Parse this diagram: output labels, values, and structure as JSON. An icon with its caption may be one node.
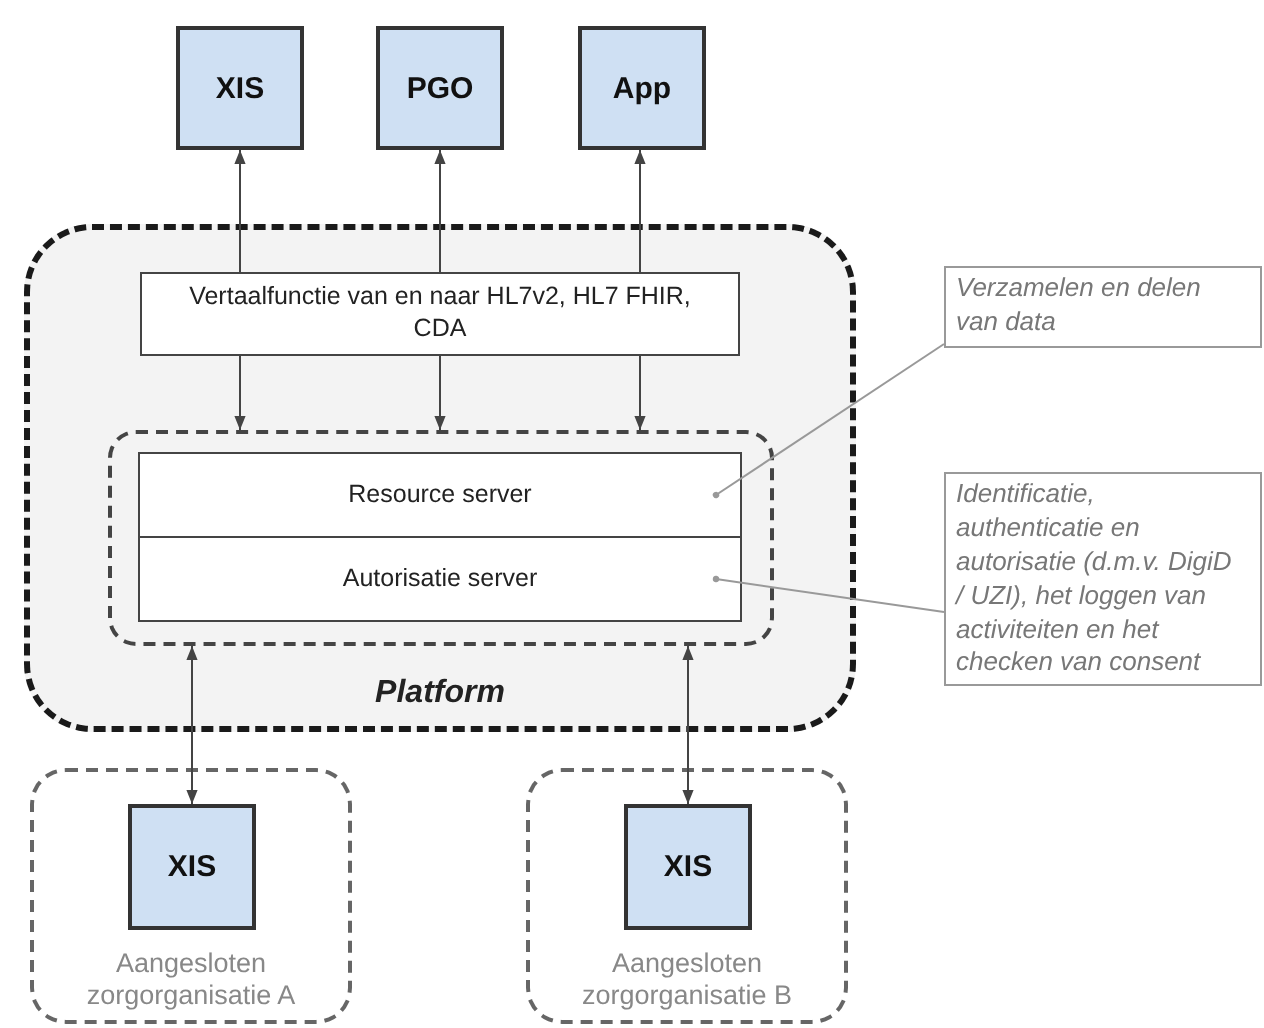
{
  "diagram": {
    "nodes": [
      {
        "text": [
          "XIS"
        ]
      },
      {
        "text": [
          "PGO"
        ]
      },
      {
        "text": [
          "App"
        ]
      },
      {
        "text": [
          "Platform"
        ]
      },
      {
        "text": [
          "Vertaalfunctie van en naar HL7v2, HL7 FHIR, CDA"
        ],
        "in": 3
      },
      {
        "text": [],
        "shape": "box",
        "in": 3
      },
      {
        "text": [
          "Resource server"
        ],
        "in": 5
      },
      {
        "text": [
          "Autorisatie server"
        ],
        "in": 5
      },
      {
        "text": [
          "Verzamelen en delen van data"
        ]
      },
      {
        "text": [
          "Identificatie, authenticatie en autorisatie (d.m.v. DigiD / UZI), het loggen van activiteiten en het checken van consent"
        ]
      },
      {
        "text": [
          "Aangesloten zorgorganisatie A"
        ]
      },
      {
        "text": [
          "XIS"
        ],
        "in": 10
      },
      {
        "text": [
          "Aangesloten zorgorganisatie B"
        ]
      },
      {
        "text": [
          "XIS"
        ],
        "in": 12
      }
    ],
    "edges": [
      {
        "from": 4,
        "to": 0,
        "arrow": "to"
      },
      {
        "from": 4,
        "to": 1,
        "arrow": "to"
      },
      {
        "from": 4,
        "to": 2,
        "arrow": "to"
      },
      {
        "from": 4,
        "to": 5,
        "arrow": "to"
      },
      {
        "from": 4,
        "to": 5,
        "arrow": "to"
      },
      {
        "from": 4,
        "to": 5,
        "arrow": "to"
      },
      {
        "from": 5,
        "to": 11,
        "arrow": "both"
      },
      {
        "from": 5,
        "to": 13,
        "arrow": "both"
      },
      {
        "from": 8,
        "to": 6,
        "arrow": "other",
        "color": "#999999"
      },
      {
        "from": 9,
        "to": 7,
        "arrow": "other",
        "color": "#999999"
      }
    ]
  }
}
